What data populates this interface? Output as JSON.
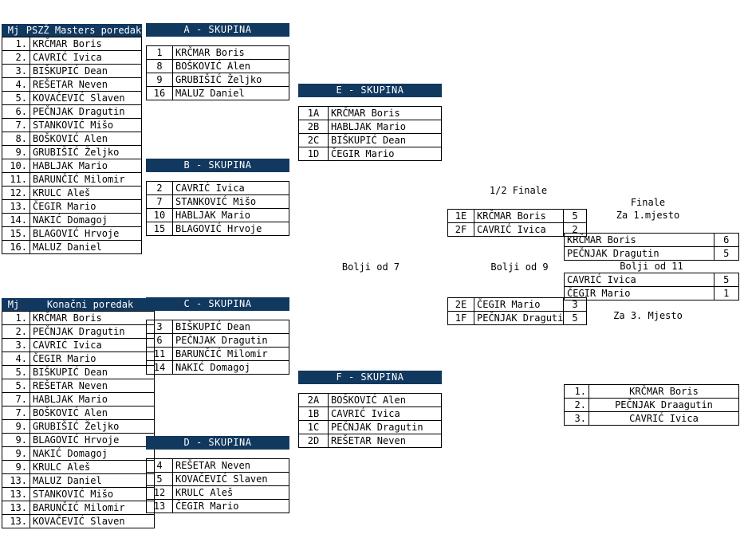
{
  "masters_ranking": {
    "header": {
      "mj": "Mj",
      "title": "PSZŽ Masters poredak"
    },
    "rows": [
      {
        "rank": "1.",
        "name": "KRČMAR Boris"
      },
      {
        "rank": "2.",
        "name": "CAVRIĆ Ivica"
      },
      {
        "rank": "3.",
        "name": "BIŠKUPIĆ Dean"
      },
      {
        "rank": "4.",
        "name": "REŠETAR Neven"
      },
      {
        "rank": "5.",
        "name": "KOVAČEVIĆ Slaven"
      },
      {
        "rank": "6.",
        "name": "PEČNJAK Dragutin"
      },
      {
        "rank": "7.",
        "name": "STANKOVIĆ Mišo"
      },
      {
        "rank": "8.",
        "name": "BOŠKOVIĆ Alen"
      },
      {
        "rank": "9.",
        "name": "GRUBIŠIĆ Željko"
      },
      {
        "rank": "10.",
        "name": "HABLJAK Mario"
      },
      {
        "rank": "11.",
        "name": "BARUNČIĆ Milomir"
      },
      {
        "rank": "12.",
        "name": "KRULC Aleš"
      },
      {
        "rank": "13.",
        "name": "ČEGIR Mario"
      },
      {
        "rank": "14.",
        "name": "NAKIĆ Domagoj"
      },
      {
        "rank": "15.",
        "name": "BLAGOVIĆ Hrvoje"
      },
      {
        "rank": "16.",
        "name": "MALUZ Daniel"
      }
    ]
  },
  "final_ranking": {
    "header": {
      "mj": "Mj",
      "title": "Konačni poredak"
    },
    "rows": [
      {
        "rank": "1.",
        "name": "KRČMAR Boris"
      },
      {
        "rank": "2.",
        "name": "PEČNJAK Dragutin"
      },
      {
        "rank": "3.",
        "name": "CAVRIĆ Ivica"
      },
      {
        "rank": "4.",
        "name": "ČEGIR Mario"
      },
      {
        "rank": "5.",
        "name": "BIŠKUPIĆ Dean"
      },
      {
        "rank": "5.",
        "name": "REŠETAR Neven"
      },
      {
        "rank": "7.",
        "name": "HABLJAK Mario"
      },
      {
        "rank": "7.",
        "name": "BOŠKOVIĆ Alen"
      },
      {
        "rank": "9.",
        "name": "GRUBIŠIĆ Željko"
      },
      {
        "rank": "9.",
        "name": "BLAGOVIĆ Hrvoje"
      },
      {
        "rank": "9.",
        "name": "NAKIĆ Domagoj"
      },
      {
        "rank": "9.",
        "name": "KRULC Aleš"
      },
      {
        "rank": "13.",
        "name": "MALUZ Daniel"
      },
      {
        "rank": "13.",
        "name": "STANKOVIĆ Mišo"
      },
      {
        "rank": "13.",
        "name": "BARUNČIĆ Milomir"
      },
      {
        "rank": "13.",
        "name": "KOVAČEVIĆ Slaven"
      }
    ]
  },
  "groups": {
    "a": {
      "title": "A - SKUPINA",
      "rows": [
        {
          "seed": "1",
          "name": "KRČMAR Boris"
        },
        {
          "seed": "8",
          "name": "BOŠKOVIĆ Alen"
        },
        {
          "seed": "9",
          "name": "GRUBIŠIĆ Željko"
        },
        {
          "seed": "16",
          "name": "MALUZ Daniel"
        }
      ]
    },
    "b": {
      "title": "B - SKUPINA",
      "rows": [
        {
          "seed": "2",
          "name": "CAVRIĆ Ivica"
        },
        {
          "seed": "7",
          "name": "STANKOVIĆ Mišo"
        },
        {
          "seed": "10",
          "name": "HABLJAK Mario"
        },
        {
          "seed": "15",
          "name": "BLAGOVIĆ Hrvoje"
        }
      ]
    },
    "c": {
      "title": "C - SKUPINA",
      "rows": [
        {
          "seed": "3",
          "name": "BIŠKUPIĆ Dean"
        },
        {
          "seed": "6",
          "name": "PEČNJAK Dragutin"
        },
        {
          "seed": "11",
          "name": "BARUNČIĆ Milomir"
        },
        {
          "seed": "14",
          "name": "NAKIĆ Domagoj"
        }
      ]
    },
    "d": {
      "title": "D - SKUPINA",
      "rows": [
        {
          "seed": "4",
          "name": "REŠETAR Neven"
        },
        {
          "seed": "5",
          "name": "KOVAČEVIĆ Slaven"
        },
        {
          "seed": "12",
          "name": "KRULC Aleš"
        },
        {
          "seed": "13",
          "name": "ČEGIR Mario"
        }
      ]
    },
    "e": {
      "title": "E - SKUPINA",
      "rows": [
        {
          "seed": "1A",
          "name": "KRČMAR Boris"
        },
        {
          "seed": "2B",
          "name": "HABLJAK Mario"
        },
        {
          "seed": "2C",
          "name": "BIŠKUPIĆ Dean"
        },
        {
          "seed": "1D",
          "name": "ČEGIR Mario"
        }
      ]
    },
    "f": {
      "title": "F - SKUPINA",
      "rows": [
        {
          "seed": "2A",
          "name": "BOŠKOVIĆ Alen"
        },
        {
          "seed": "1B",
          "name": "CAVRIĆ Ivica"
        },
        {
          "seed": "1C",
          "name": "PEČNJAK Dragutin"
        },
        {
          "seed": "2D",
          "name": "REŠETAR Neven"
        }
      ]
    }
  },
  "labels": {
    "bolji_od_7": "Bolji od 7",
    "bolji_od_9": "Bolji od 9",
    "bolji_od_11": "Bolji od 11",
    "polufinale": "1/2 Finale",
    "finale": "Finale",
    "za_1_mjesto": "Za 1.mjesto",
    "za_3_mjesto": "Za 3. Mjesto"
  },
  "semifinals": {
    "match1": [
      {
        "seed": "1E",
        "name": "KRČMAR Boris",
        "score": "5"
      },
      {
        "seed": "2F",
        "name": "CAVRIĆ Ivica",
        "score": "2"
      }
    ],
    "match2": [
      {
        "seed": "2E",
        "name": "ČEGIR Mario",
        "score": "3"
      },
      {
        "seed": "1F",
        "name": "PEČNJAK Dragutin",
        "score": "5"
      }
    ]
  },
  "finals": {
    "gold_match": [
      {
        "name": "KRČMAR Boris",
        "score": "6"
      },
      {
        "name": "PEČNJAK Dragutin",
        "score": "5"
      }
    ],
    "bronze_match": [
      {
        "name": "CAVRIĆ Ivica",
        "score": "5"
      },
      {
        "name": "ČEGIR Mario",
        "score": "1"
      }
    ]
  },
  "podium": {
    "rows": [
      {
        "rank": "1.",
        "name": "KRČMAR Boris"
      },
      {
        "rank": "2.",
        "name": "PEČNJAK Draagutin"
      },
      {
        "rank": "3.",
        "name": "CAVRIĆ Ivica"
      }
    ]
  },
  "colors": {
    "navy": "#11385f",
    "border": "#000000",
    "background": "#ffffff"
  }
}
